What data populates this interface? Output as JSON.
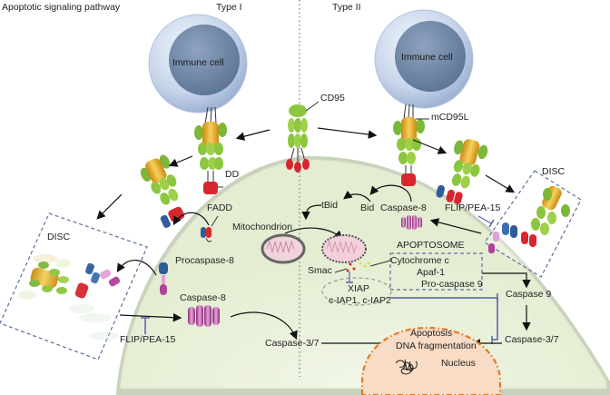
{
  "header": {
    "title": "Apoptotic signaling pathway",
    "type1_label": "Type I",
    "type2_label": "Type II"
  },
  "labels": {
    "immune_cell_left": "Immune cell",
    "immune_cell_right": "Immune cell",
    "cd95": "CD95",
    "mcd95l": "mCD95L",
    "dd": "DD",
    "fadd": "FADD",
    "disc_left": "DISC",
    "disc_right": "DISC",
    "procaspase8": "Procaspase-8",
    "caspase8_left": "Caspase-8",
    "flip_left": "FLIP/PEA-15",
    "caspase37_left": "Caspase-3/7",
    "mitochondrion": "Mitochondrion",
    "tbid": "tBid",
    "bid": "Bid",
    "caspase8_right": "Caspase-8",
    "flip_right": "FLIP/PEA-15",
    "apoptosome": "APOPTOSOME",
    "cytochrome_c": "Cytochrome c",
    "apaf1": "Apaf-1",
    "procaspase9": "Pro-caspase 9",
    "smac": "Smac",
    "xiap": "XIAP",
    "ciap": "c-IAP1, c-IAP2",
    "caspase9": "Caspase 9",
    "caspase37_right": "Caspase-3/7",
    "apoptosis": "Apoptosis",
    "dna_fragmentation": "DNA fragmentation",
    "nucleus": "Nucleus"
  },
  "colors": {
    "cytoplasm": "#eef3e2",
    "immune_cell_outer": "#cdd9ec",
    "immune_cell_nucleus": "#6e86a6",
    "receptor_green": "#8cc63f",
    "ligand_gold": "#e0a820",
    "death_domain_red": "#d8262e",
    "fadd_blue": "#2e5d9a",
    "caspase_magenta": "#b0409a",
    "nucleus_fill": "#f8dcc6",
    "nucleus_border": "#e07a2a",
    "inhibitor_blue": "#5560a8",
    "dashed_box": "#5a6f9a"
  }
}
